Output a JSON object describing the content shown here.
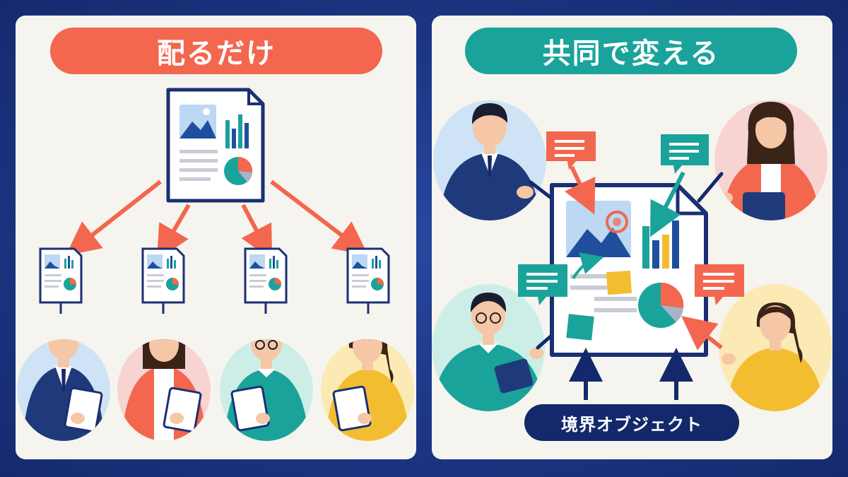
{
  "left_panel": {
    "title": "配るだけ"
  },
  "right_panel": {
    "title": "共同で変える",
    "boundary_label": "境界オブジェクト"
  },
  "colors": {
    "coral": "#f2674e",
    "teal": "#1aa39a",
    "navy": "#14296b",
    "panel_bg": "#f6f4ee",
    "page_bg": "#1f3a8a"
  },
  "icons": [
    "document-icon",
    "arrow-icon",
    "person-avatar",
    "tablet-icon",
    "comment-bubble-icon",
    "pen-icon",
    "pie-chart-icon",
    "bar-chart-icon",
    "image-icon"
  ]
}
